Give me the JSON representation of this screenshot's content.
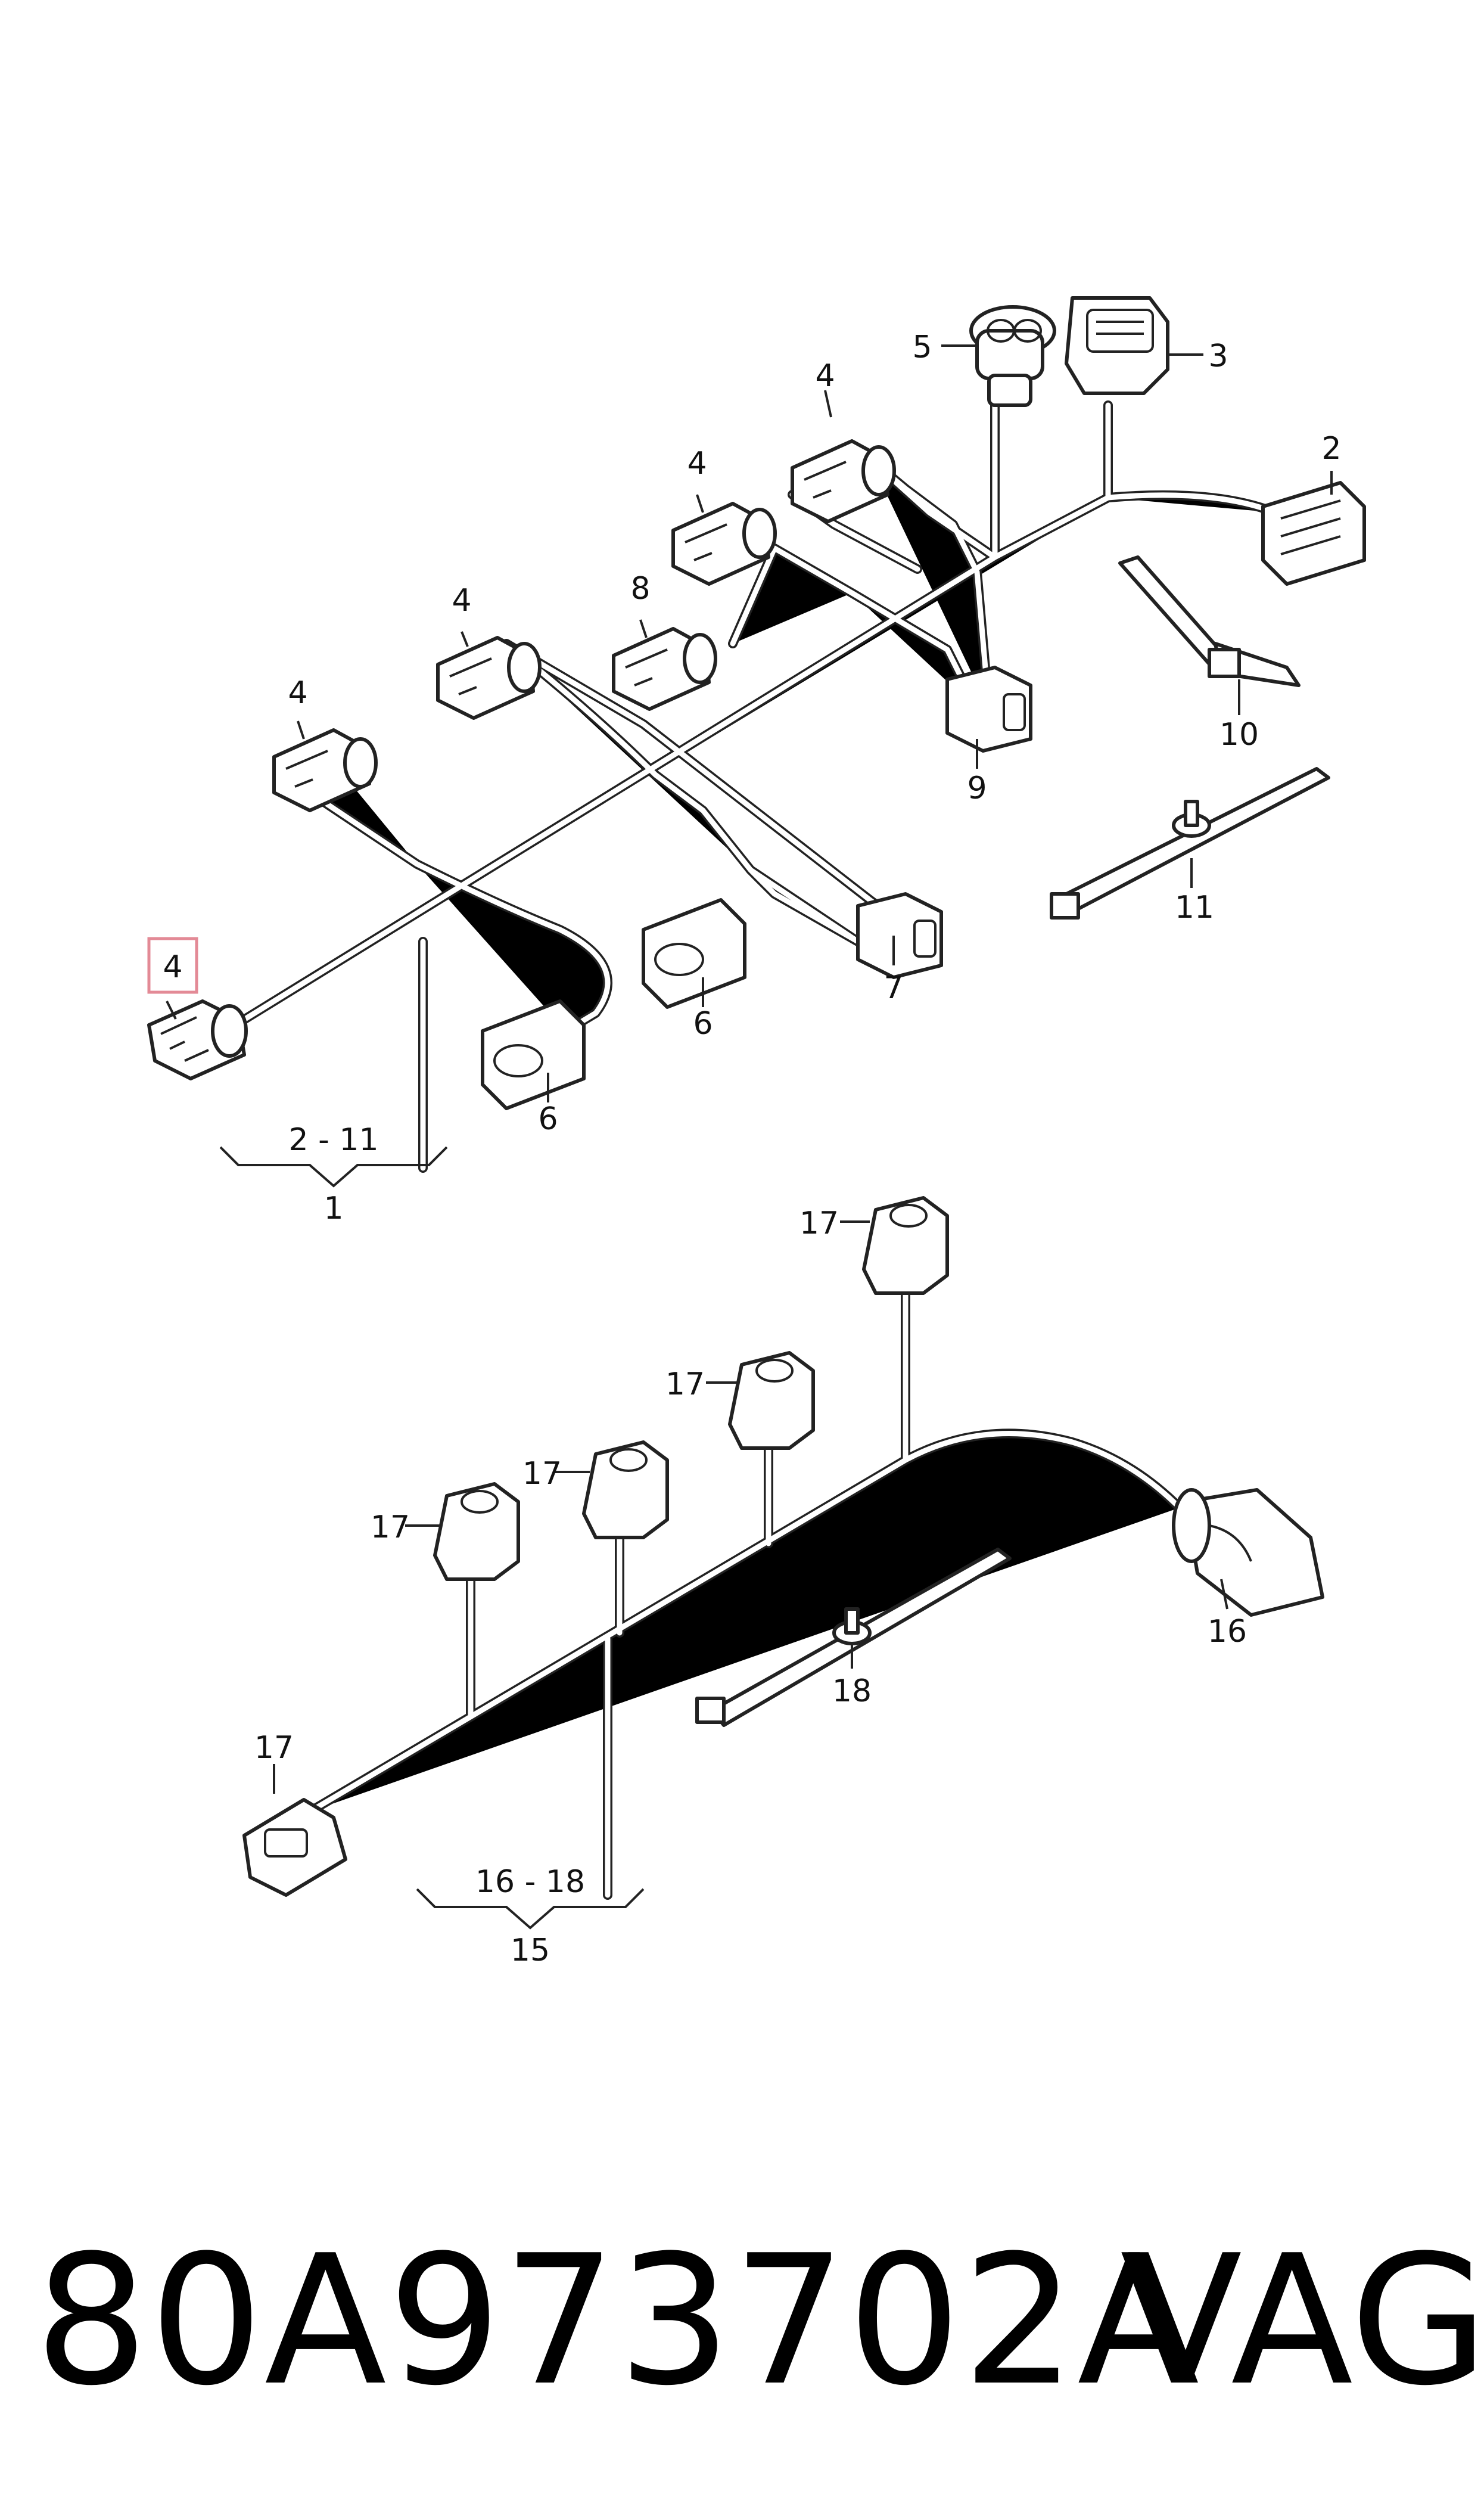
{
  "group1": {
    "assembly_label": "1",
    "range_label": "2 - 11",
    "items": {
      "c4_main": "4",
      "c4_a": "4",
      "c4_b": "4",
      "c4_c": "4",
      "c4_d": "4",
      "c8": "8",
      "c5": "5",
      "c3": "3",
      "c2": "2",
      "c6_a": "6",
      "c6_b": "6",
      "c7": "7",
      "c9": "9",
      "c10": "10",
      "c11": "11"
    }
  },
  "group2": {
    "assembly_label": "15",
    "range_label": "16 - 18",
    "items": {
      "c17_a": "17",
      "c17_b": "17",
      "c17_c": "17",
      "c17_d": "17",
      "c17_e": "17",
      "c16": "16",
      "c18": "18"
    }
  },
  "highlight": {
    "label": "4",
    "color": "#e38a96"
  },
  "footer": {
    "part_number": "80A973702A",
    "brand": "VAG"
  }
}
